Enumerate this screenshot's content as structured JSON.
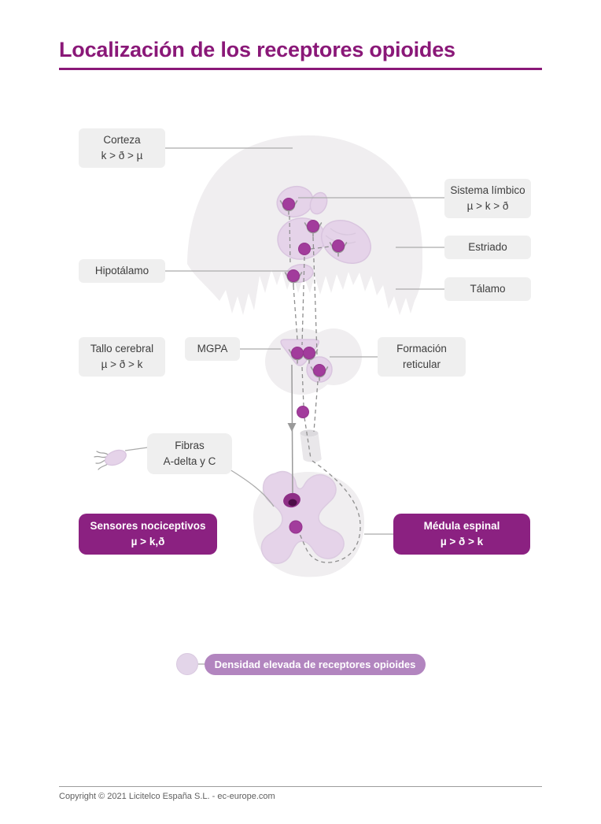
{
  "page": {
    "title": "Localización de los receptores opioides",
    "footer": "Copyright © 2021 Licitelco España S.L. - ec-europe.com"
  },
  "labels": {
    "corteza": {
      "line1": "Corteza",
      "line2": "k > ð > µ"
    },
    "limbico": {
      "line1": "Sistema límbico",
      "line2": "µ > k > ð"
    },
    "estriado": {
      "line1": "Estriado"
    },
    "hipotalamo": {
      "line1": "Hipotálamo"
    },
    "talamo": {
      "line1": "Tálamo"
    },
    "tallo": {
      "line1": "Tallo cerebral",
      "line2": "µ > ð > k"
    },
    "mgpa": {
      "line1": "MGPA"
    },
    "reticular": {
      "line1": "Formación",
      "line2": "reticular"
    },
    "fibras": {
      "line1": "Fibras",
      "line2": "A-delta y C"
    },
    "sensores": {
      "line1": "Sensores nociceptivos",
      "line2": "µ > k,ð"
    },
    "medula": {
      "line1": "Médula espinal",
      "line2": "µ > ð > k"
    }
  },
  "legend": {
    "marker": "high-density-circle",
    "text": "Densidad elevada de receptores opioides"
  },
  "icons": {
    "receptor_symbol": "y-shaped-receptor-cradle",
    "nociceptor": "free-nerve-ending",
    "pathway_arrow": "down-arrow",
    "density_dot": "opioid-receptor-dot"
  },
  "colors": {
    "accent": "#8A1878",
    "dark_box": "#8B2181",
    "badge": "#B285BF",
    "blob_fill": "#E5D3E9",
    "blob_stroke": "#D9C5DF",
    "dot": "#A23C9C",
    "dot_dark": "#4D0E48",
    "brain_gray": "#F0EEF0",
    "label_box": "#EFEFEF",
    "line_gray": "#ABABAB"
  }
}
